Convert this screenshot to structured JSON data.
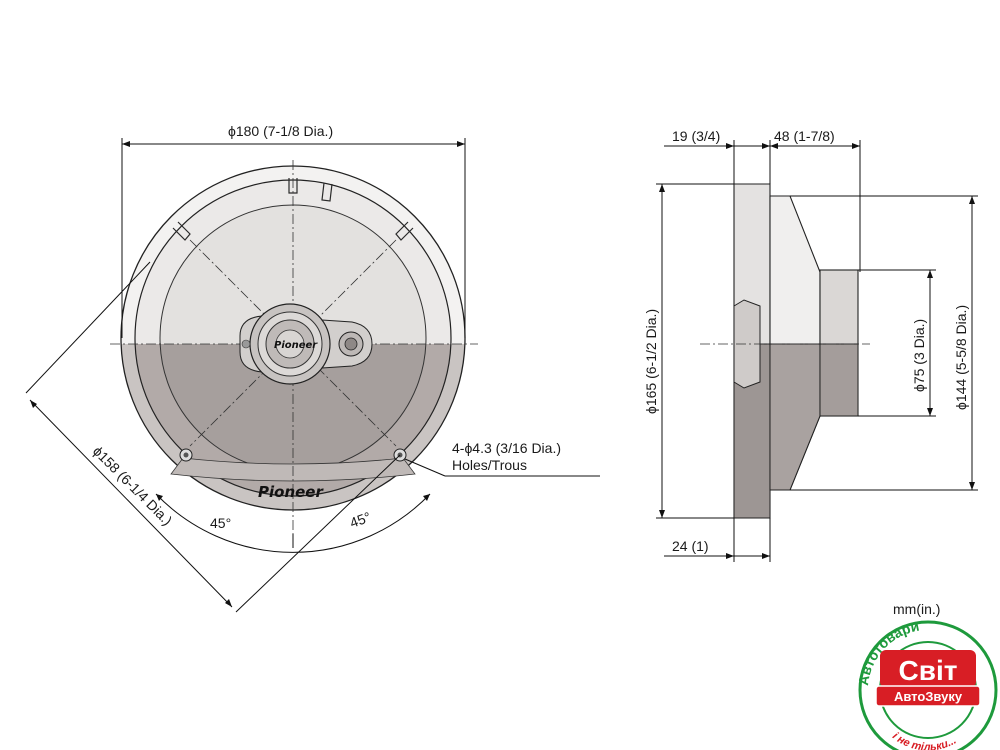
{
  "front_view": {
    "outer_diameter": "ϕ180 (7-1/8 Dia.)",
    "mounting_diameter": "ϕ158 (6-1/4 Dia.)",
    "holes_line1": "4-ϕ4.3 (3/16 Dia.)",
    "holes_line2": "Holes/Trous",
    "angle_left": "45°",
    "angle_right": "45°",
    "brand_grille": "Pioneer",
    "brand_cap": "Pioneer"
  },
  "side_view": {
    "front_depth": "19 (3/4)",
    "rear_depth": "48 (1-7/8)",
    "cutout_diameter": "ϕ165 (6-1/2 Dia.)",
    "magnet_diameter": "ϕ75 (3 Dia.)",
    "basket_diameter": "ϕ144 (5-5/8 Dia.)",
    "flange_depth": "24 (1)"
  },
  "units": "mm(in.)",
  "watermark": {
    "ring_top": "Автотовари",
    "ring_bottom": "і не тільки...",
    "brand": "Світ",
    "subbrand": "АвтоЗвуку",
    "colors": {
      "green": "#1e9a3c",
      "red": "#d81e25",
      "white": "#ffffff"
    }
  }
}
